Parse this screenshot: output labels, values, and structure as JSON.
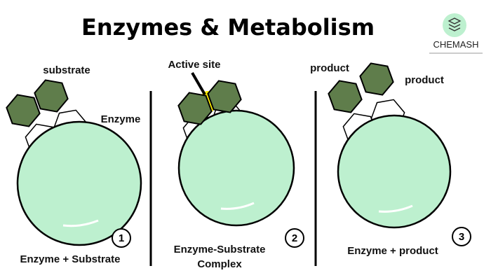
{
  "title": "Enzymes & Metabolism",
  "logo": {
    "name": "CHEMASH"
  },
  "panels": [
    {
      "number": "1",
      "caption": "Enzyme + Substrate",
      "labels": {
        "substrate": "substrate",
        "enzyme": "Enzyme"
      }
    },
    {
      "number": "2",
      "caption_line1": "Enzyme-Substrate",
      "caption_line2": "Complex",
      "labels": {
        "active_site": "Active site"
      }
    },
    {
      "number": "3",
      "caption": "Enzyme + product",
      "labels": {
        "product_a": "product",
        "product_b": "product"
      }
    }
  ],
  "colors": {
    "enzyme": "#bdf0cf",
    "substrate": "#5f7d4b",
    "active_site": "#ffee00"
  }
}
